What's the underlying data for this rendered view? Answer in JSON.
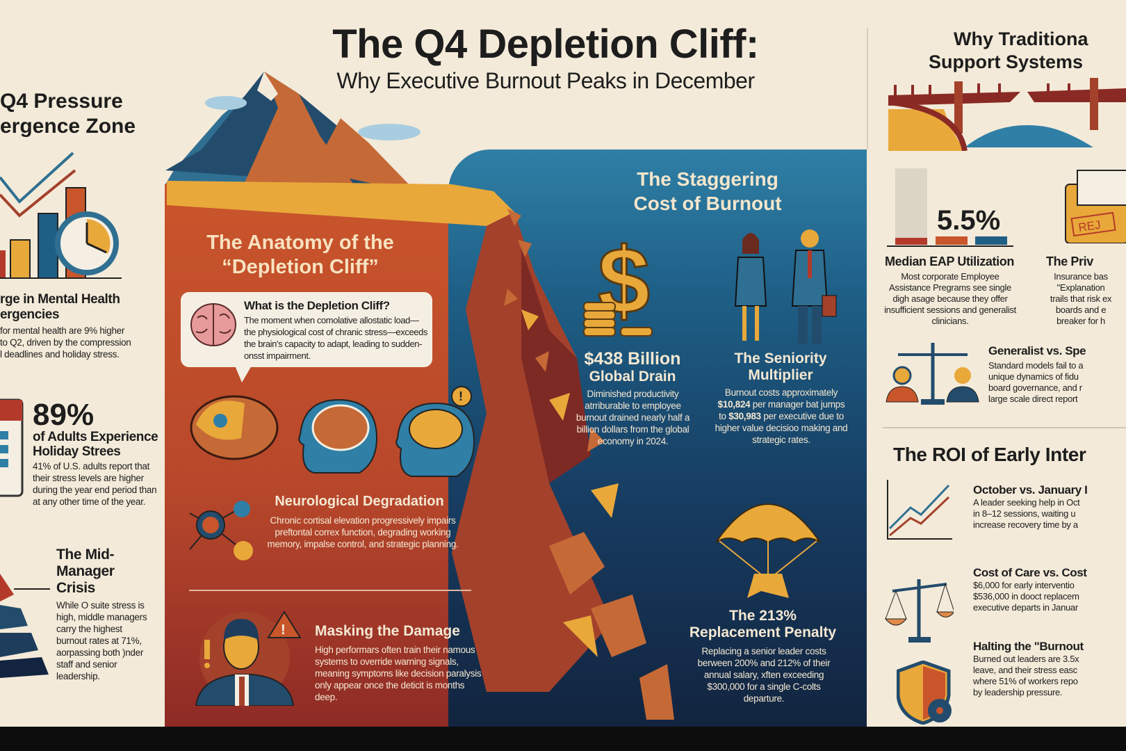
{
  "title": "The Q4 Depletion Cliff:",
  "subtitle": "Why Executive Burnout Peaks in December",
  "left": {
    "heading": [
      "Q4 Pressure",
      "ergence Zone"
    ],
    "surge": {
      "title": [
        "rge in Mental Health",
        "ergencies"
      ],
      "body": [
        "for mental health are 9% higher",
        "to Q2, driven by the compression",
        "l deadlines and holiday stress."
      ]
    },
    "holiday": {
      "stat": "89%",
      "title": [
        "of Adults Experience",
        "Holiday Strees"
      ],
      "body": "41% of U.S. adults report that their stress levels are higher during the year end period than at any other time of the year."
    },
    "midmanager": {
      "title": [
        "The Mid-",
        "Manager",
        "Crisis"
      ],
      "body": "While O suite stress is high, middle managers carry the highest burnout rates at 71%, aorpassing both )nder staff and senior leadership."
    }
  },
  "anatomy": {
    "heading": [
      "The Anatomy of the",
      "“Depletion Cliff”"
    ],
    "what": {
      "title": "What is the Depletion Cliff?",
      "body": "The moment when comolative allostatic load—the physiological cost of chranic stress—exceeds the brain's capacity to adapt, leading to sudden-onsst impairment."
    },
    "neuro": {
      "title": "Neurological Degradation",
      "body": "Chronic cortisal elevation progressively impairs preftontal correx function, degrading working memory, impalse control, and strategic planning."
    },
    "masking": {
      "title": "Masking the Damage",
      "body": "High performars often train their namous systems to override warning signals, meaning symptoms like decision paralysis only appear once the deticit is months deep."
    }
  },
  "cost": {
    "heading": [
      "The Staggering",
      "Cost of Burnout"
    ],
    "drain": {
      "title": "$438 Billion",
      "subtitle": "Global Drain",
      "body": "Diminished productivity atrriburable to employee burnout drained nearly half a billion dollars from the global economy in 2024."
    },
    "seniority": {
      "title": [
        "The Seniority",
        "Multiplier"
      ],
      "body_pre": "Burnout costs approximately ",
      "manager_cost": "$10,824",
      "body_mid": " per manager bat jumps to ",
      "exec_cost": "$30,983",
      "body_post": " per executive due to higher value decisioo making and strategic rates."
    },
    "replacement": {
      "title": [
        "The 213%",
        "Replacement Penalty"
      ],
      "body": "Replacing a senior leader costs berween 200% and 212% of their annual salary, xften exceeding $300,000 for a single C-colts departure."
    }
  },
  "right": {
    "heading": [
      "Why Traditiona",
      "Support Systems"
    ],
    "eap": {
      "stat": "5.5%",
      "title": "Median EAP Utilization",
      "body": "Most corporate Employee Assistance Pregrams see single digh asage because they offer insufficient sessions and generalist clinicians."
    },
    "privacy": {
      "title": "The Priv",
      "stamp": "REJ",
      "body": [
        "Insurance bas",
        "\"Explanation",
        "trails that risk ex",
        "boards and e",
        "breaker for h"
      ]
    },
    "generalist": {
      "title": "Generalist vs. Spe",
      "body": [
        "Standard models fail to a",
        "unique dynamics of fidu",
        "board governance, and r",
        "large scale direct report"
      ]
    },
    "roi_heading": "The ROI of Early Inter",
    "roi": [
      {
        "title": "October vs. January I",
        "body": [
          "A leader seeking help in Oct",
          "in 8–12 sessions, waiting u",
          "increase recovery time by a"
        ]
      },
      {
        "title": "Cost of Care vs. Cost",
        "body": [
          "$6,000 for early interventio",
          "$536,000 in dooct replacem",
          "executive departs in Januar"
        ]
      },
      {
        "title": "Halting the \"Burnout",
        "body": [
          "Burned out leaders are 3.5x",
          "leave, and their stress easc",
          "where 51% of workers repo",
          "by leadership pressure."
        ]
      }
    ]
  },
  "colors": {
    "bg": "#f3ead9",
    "orange": "#c9552b",
    "blue": "#1e5f86",
    "navy": "#12243f",
    "gold": "#e9a83a"
  }
}
